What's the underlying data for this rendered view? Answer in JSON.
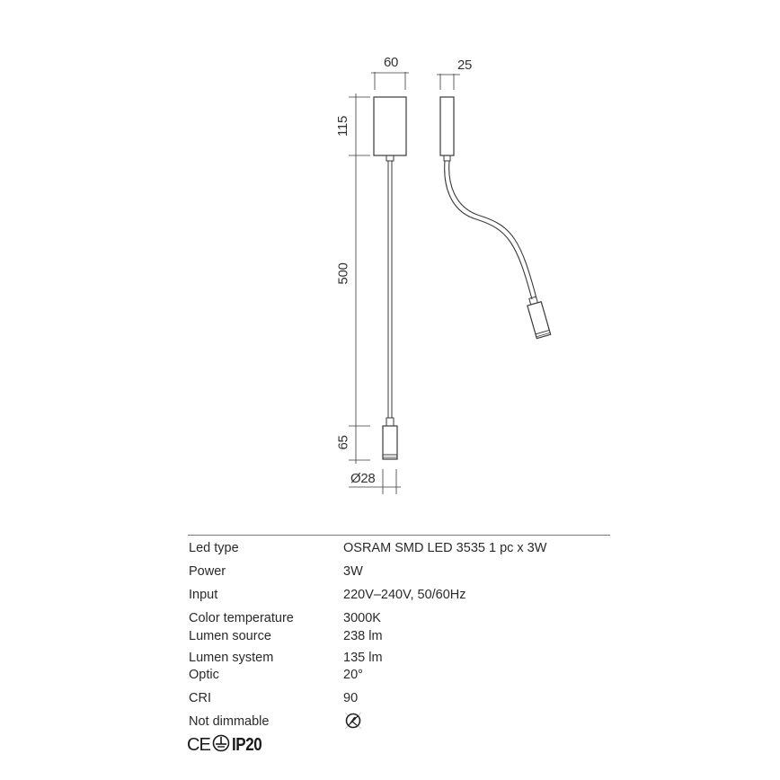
{
  "drawing": {
    "dimensions": {
      "width_front": "60",
      "depth_side": "25",
      "height_box": "115",
      "arm_length": "500",
      "head_length": "65",
      "head_diameter": "Ø28"
    }
  },
  "specs": {
    "rows": [
      {
        "label": "Led type",
        "value": "OSRAM SMD LED 3535 1 pc x 3W"
      },
      {
        "label": "Power",
        "value": "3W"
      },
      {
        "label": "Input",
        "value": "220V–240V, 50/60Hz"
      },
      {
        "label": "Color temperature",
        "value": "3000K"
      },
      {
        "label": "Lumen source",
        "value": "238 lm"
      },
      {
        "label": "Lumen system",
        "value": "135 lm"
      },
      {
        "label": "Optic",
        "value": "20°"
      },
      {
        "label": "CRI",
        "value": "90"
      },
      {
        "label": "Not dimmable",
        "value": "",
        "icon": "not-dimmable-icon"
      }
    ]
  },
  "certifications": {
    "ce": "CE",
    "earth": "protective-earth-icon",
    "ip": "IP20"
  },
  "colors": {
    "line": "#3a3a3a",
    "text": "#2a2a2a",
    "rule": "#777777"
  }
}
